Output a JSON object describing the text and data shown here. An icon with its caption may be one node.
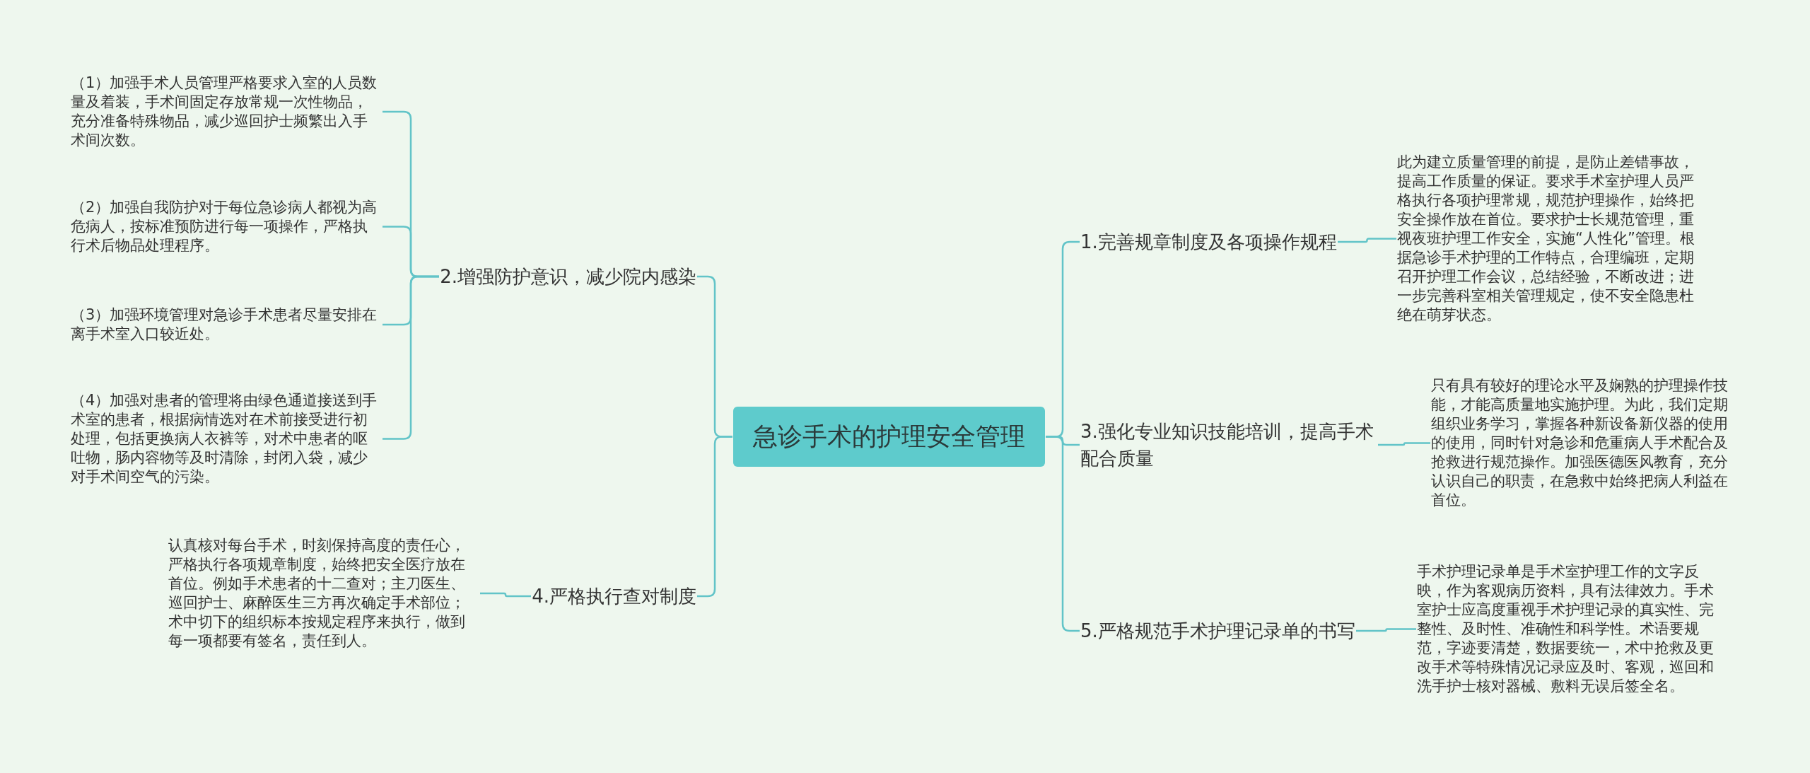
{
  "diagram": {
    "nodes": [
      {
        "text": [
          "急诊手术的护理安全管理"
        ]
      },
      {
        "text": [
          "1.完善规章制度及各项操作规程"
        ]
      },
      {
        "text": [
          "此为建立质量管理的前提，是防止差错事故，提高工作质量的保证。要求手术室护理人员严格执行各项护理常规，规范护理操作，始终把安全操作放在首位。要求护士长规范管理，重视夜班护理工作安全，实施“人性化”管理。根据急诊手术护理的工作特点，合理编班，定期召开护理工作会议，总结经验，不断改进；进一步完善科室相关管理规定，使不安全隐患杜绝在萌芽状态。"
        ]
      },
      {
        "text": [
          "2.增强防护意识，减少院内感染"
        ]
      },
      {
        "text": [
          "（1）加强手术人员管理严格要求入室的人员数量及着装，手术间固定存放常规一次性物品，充分准备特殊物品，减少巡回护士频繁出入手术间次数。"
        ]
      },
      {
        "text": [
          "（2）加强自我防护对于每位急诊病人都视为高危病人，按标准预防进行每一项操作，严格执行术后物品处理程序。"
        ]
      },
      {
        "text": [
          "（3）加强环境管理对急诊手术患者尽量安排在离手术室入口较近处。"
        ]
      },
      {
        "text": [
          "（4）加强对患者的管理将由绿色通道接送到手术室的患者，根据病情选对在术前接受进行初处理，包括更换病人衣裤等，对术中患者的呕吐物，肠内容物等及时清除，封闭入袋，减少对手术间空气的污染。"
        ]
      },
      {
        "text": [
          "3.强化专业知识技能培训，提高手术配合质量"
        ]
      },
      {
        "text": [
          "只有具有较好的理论水平及娴熟的护理操作技能，才能高质量地实施护理。为此，我们定期组织业务学习，掌握各种新设备新仪器的使用的使用，同时针对急诊和危重病人手术配合及抢救进行规范操作。加强医德医风教育，充分认识自己的职责，在急救中始终把病人利益在首位。"
        ]
      },
      {
        "text": [
          "4.严格执行查对制度"
        ]
      },
      {
        "text": [
          "认真核对每台手术，时刻保持高度的责任心，严格执行各项规章制度，始终把安全医疗放在首位。例如手术患者的十二查对；主刀医生、巡回护士、麻醉医生三方再次确定手术部位；术中切下的组织标本按规定程序来执行，做到每一项都要有签名，责任到人。"
        ]
      },
      {
        "text": [
          "5.严格规范手术护理记录单的书写"
        ]
      },
      {
        "text": [
          "手术护理记录单是手术室护理工作的文字反映，作为客观病历资料，具有法律效力。手术室护士应高度重视手术护理记录的真实性、完整性、及时性、准确性和科学性。术语要规范，字迹要清楚，数据要统一，术中抢救及更改手术等特殊情况记录应及时、客观，巡回和洗手护士核对器械、敷料无误后签全名。"
        ]
      }
    ],
    "edges": [
      {
        "from": 0,
        "to": 1,
        "arrow": "none"
      },
      {
        "from": 1,
        "to": 2,
        "arrow": "none"
      },
      {
        "from": 0,
        "to": 3,
        "arrow": "none"
      },
      {
        "from": 3,
        "to": 4,
        "arrow": "none"
      },
      {
        "from": 3,
        "to": 5,
        "arrow": "none"
      },
      {
        "from": 3,
        "to": 6,
        "arrow": "none"
      },
      {
        "from": 3,
        "to": 7,
        "arrow": "none"
      },
      {
        "from": 0,
        "to": 8,
        "arrow": "none"
      },
      {
        "from": 8,
        "to": 9,
        "arrow": "none"
      },
      {
        "from": 0,
        "to": 10,
        "arrow": "none"
      },
      {
        "from": 10,
        "to": 11,
        "arrow": "none"
      },
      {
        "from": 0,
        "to": 12,
        "arrow": "none"
      },
      {
        "from": 12,
        "to": 13,
        "arrow": "none"
      }
    ]
  }
}
